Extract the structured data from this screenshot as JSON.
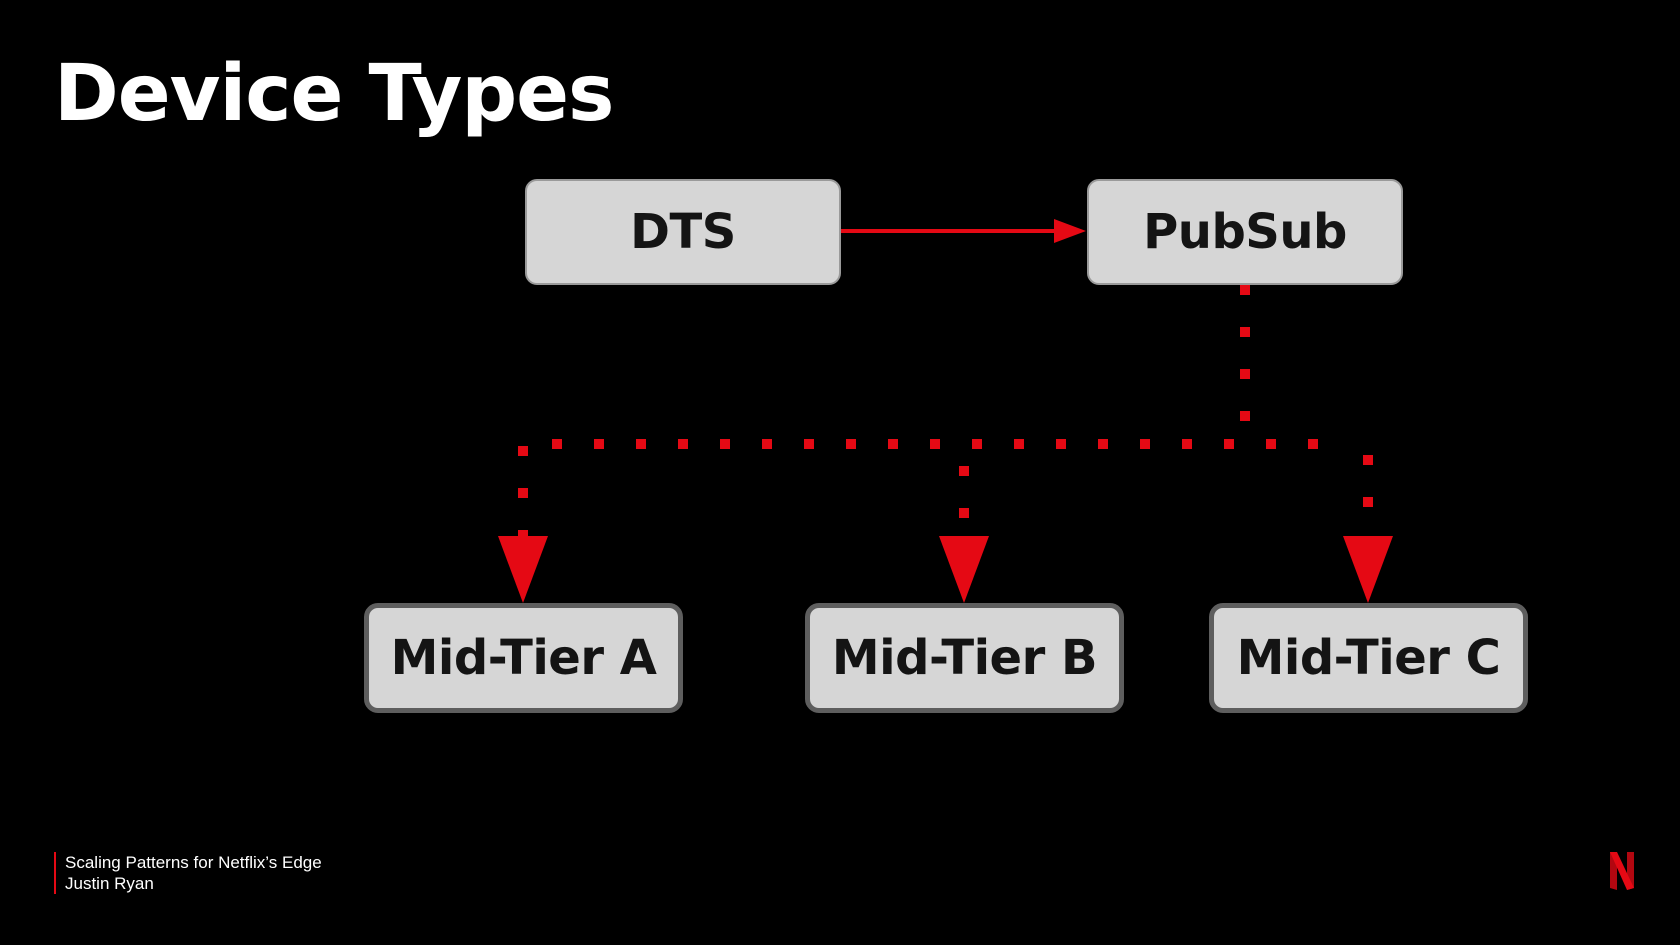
{
  "slide": {
    "title": "Device Types",
    "background": "#000000",
    "accent_color": "#e50914"
  },
  "diagram": {
    "nodes": {
      "dts": "DTS",
      "pubsub": "PubSub",
      "tier_a": "Mid-Tier A",
      "tier_b": "Mid-Tier B",
      "tier_c": "Mid-Tier C"
    },
    "edges": [
      {
        "from": "DTS",
        "to": "PubSub",
        "style": "solid"
      },
      {
        "from": "PubSub",
        "to": "Mid-Tier A",
        "style": "dotted"
      },
      {
        "from": "PubSub",
        "to": "Mid-Tier B",
        "style": "dotted"
      },
      {
        "from": "PubSub",
        "to": "Mid-Tier C",
        "style": "dotted"
      }
    ],
    "node_fill": "#d6d6d6",
    "edge_color": "#e50914"
  },
  "footer": {
    "talk_title": "Scaling Patterns for Netflix’s Edge",
    "speaker": "Justin Ryan"
  },
  "logo": {
    "icon": "netflix-n-logo-icon"
  }
}
